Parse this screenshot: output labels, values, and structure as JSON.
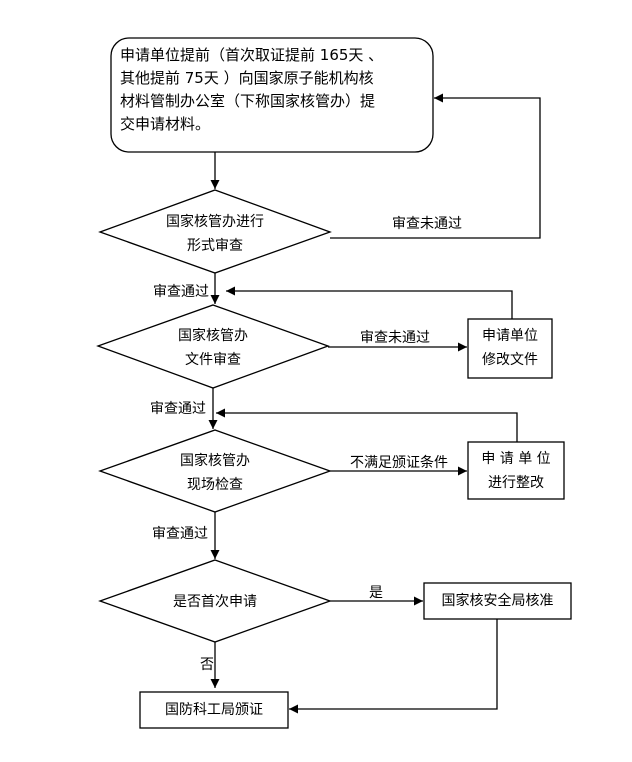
{
  "start": {
    "line1": "申请单位提前（首次取证提前 165天 、",
    "line2": "其他提前  75天  ）向国家原子能机构核",
    "line3": "材料管制办公室（下称国家核管办）提",
    "line4": "交申请材料。"
  },
  "d1": {
    "line1": "国家核管办进行",
    "line2": "形式审查",
    "fail": "审查未通过"
  },
  "d2": {
    "line1": "国家核管办",
    "line2": "文件审查",
    "fail": "审查未通过"
  },
  "d3": {
    "line1": "国家核管办",
    "line2": "现场检查",
    "fail": "不满足颁证条件"
  },
  "d4": {
    "line1": "是否首次申请",
    "yes": "是",
    "no": "否"
  },
  "pass": {
    "p1": "审查通过",
    "p2": "审查通过",
    "p3": "审查通过"
  },
  "fix1": {
    "line1": "申请单位",
    "line2": "修改文件"
  },
  "fix2": {
    "line1": "申 请 单 位",
    "line2": "进行整改"
  },
  "approve": "国家核安全局核准",
  "issue": "国防科工局颁证"
}
